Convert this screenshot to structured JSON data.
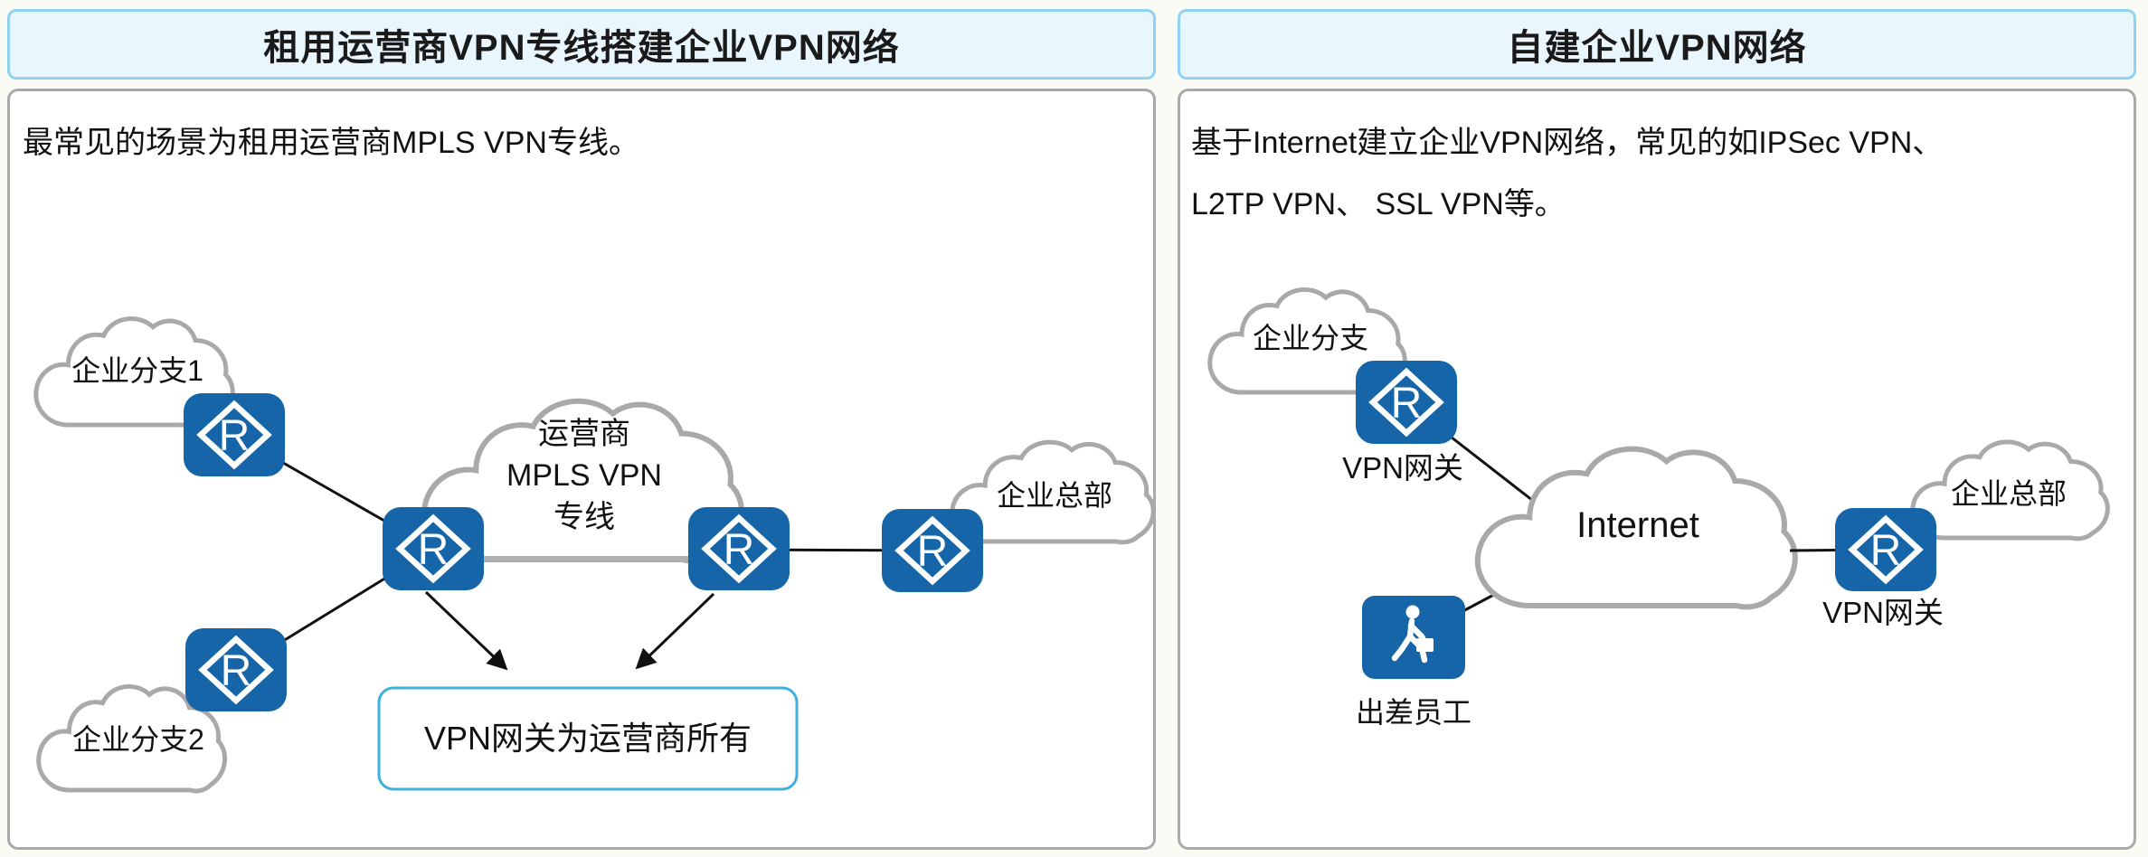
{
  "left_panel": {
    "title": "租用运营商VPN专线搭建企业VPN网络",
    "description": "最常见的场景为租用运营商MPLS VPN专线。",
    "branch1_label": "企业分支1",
    "branch2_label": "企业分支2",
    "mpls_cloud_line1": "运营商",
    "mpls_cloud_line2": "MPLS VPN",
    "mpls_cloud_line3": "专线",
    "hq_label": "企业总部",
    "note": "VPN网关为运营商所有"
  },
  "right_panel": {
    "title": "自建企业VPN网络",
    "description_line1": "基于Internet建立企业VPN网络，常见的如IPSec VPN、",
    "description_line2": "L2TP VPN、 SSL VPN等。",
    "branch_label": "企业分支",
    "branch_gateway_label": "VPN网关",
    "internet_label": "Internet",
    "traveler_label": "出差员工",
    "hq_label": "企业总部",
    "hq_gateway_label": "VPN网关"
  },
  "icons": {
    "router_letter": "R"
  },
  "colors": {
    "router_blue": "#1565a8",
    "cloud_stroke": "#a9a9a9",
    "title_bg": "#eaf6fd",
    "title_border": "#8fd3f0",
    "panel_border": "#a9a9a9",
    "note_border": "#41aee0",
    "line_black": "#111111",
    "trunk_gray": "#b0b0b0"
  }
}
